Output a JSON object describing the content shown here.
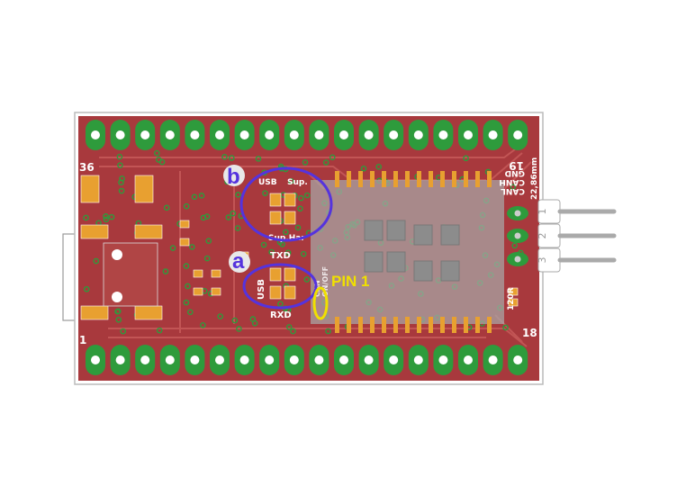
{
  "colors": {
    "board": "#a8393d",
    "copper": "#b95050",
    "pad": "#2e9b3c",
    "smd": "#e8a030",
    "module": "#a0a0a0",
    "annotation_circle": "#5533dd",
    "pin1_marker": "#f0e000"
  },
  "pin_labels": {
    "top_left": "36",
    "bottom_left": "1",
    "top_right": "19",
    "bottom_right": "18"
  },
  "can_labels": [
    "GND",
    "CANH",
    "CANL"
  ],
  "dimension": "22,86mm",
  "resistor_label": "120R",
  "jumper_b": {
    "marker": "b",
    "top_left": "USB",
    "top_right": "Sup.",
    "bottom": "Sup.Har"
  },
  "jumper_a": {
    "marker": "a",
    "top": "TXD",
    "side": "USB",
    "bottom": "RXD"
  },
  "switch_label": {
    "line1": "CAN",
    "line2": "ON/OFF"
  },
  "pin1_label": "PIN 1",
  "connector_pins": [
    "1",
    "2",
    "3"
  ],
  "pads_per_row": 18
}
